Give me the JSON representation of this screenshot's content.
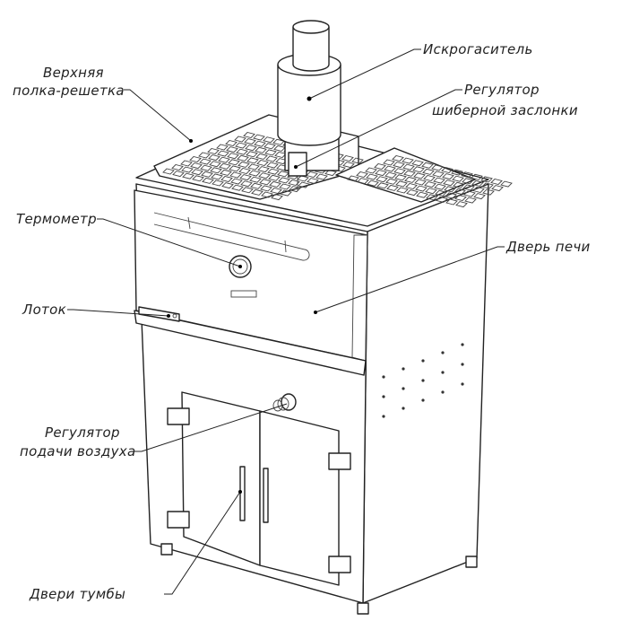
{
  "labels": {
    "shelf_line1": "Верхняя",
    "shelf_line2": "полка-решетка",
    "spark_arrester": "Искрогаситель",
    "damper_line1": "Регулятор",
    "damper_line2": "шиберной заслонки",
    "thermometer": "Термометр",
    "oven_door": "Дверь печи",
    "tray": "Лоток",
    "air_line1": "Регулятор",
    "air_line2": "подачи воздуха",
    "cabinet_doors": "Двери тумбы"
  }
}
